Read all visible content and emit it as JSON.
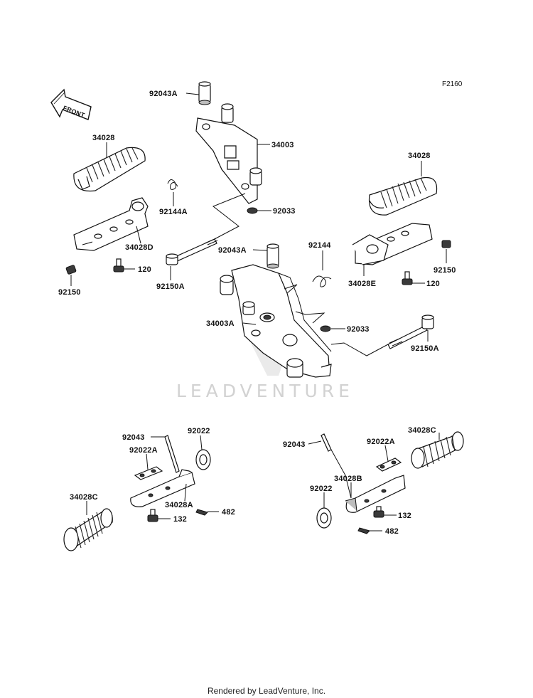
{
  "figure_code": "F2160",
  "front_arrow_label": "FRONT",
  "watermark": "LEADVENTURE",
  "footer": "Rendered by LeadVenture, Inc.",
  "labels": {
    "l92043A_top": "92043A",
    "l34003": "34003",
    "l34028_left": "34028",
    "l92144A": "92144A",
    "l92033_top": "92033",
    "l34028D": "34028D",
    "l120_left": "120",
    "l92150_left": "92150",
    "l92150A_left": "92150A",
    "l92043A_mid": "92043A",
    "l34003A": "34003A",
    "l92144": "92144",
    "l92033_mid": "92033",
    "l34028_right": "34028",
    "l92150_right": "92150",
    "l34028E": "34028E",
    "l120_right": "120",
    "l92150A_right": "92150A",
    "l92043_left": "92043",
    "l92022_left": "92022",
    "l92022A_left": "92022A",
    "l34028C_left": "34028C",
    "l34028A": "34028A",
    "l482_left": "482",
    "l132_left": "132",
    "l92043_right": "92043",
    "l92022A_right": "92022A",
    "l34028C_right": "34028C",
    "l34028B": "34028B",
    "l92022_right": "92022",
    "l132_right": "132",
    "l482_right": "482"
  }
}
